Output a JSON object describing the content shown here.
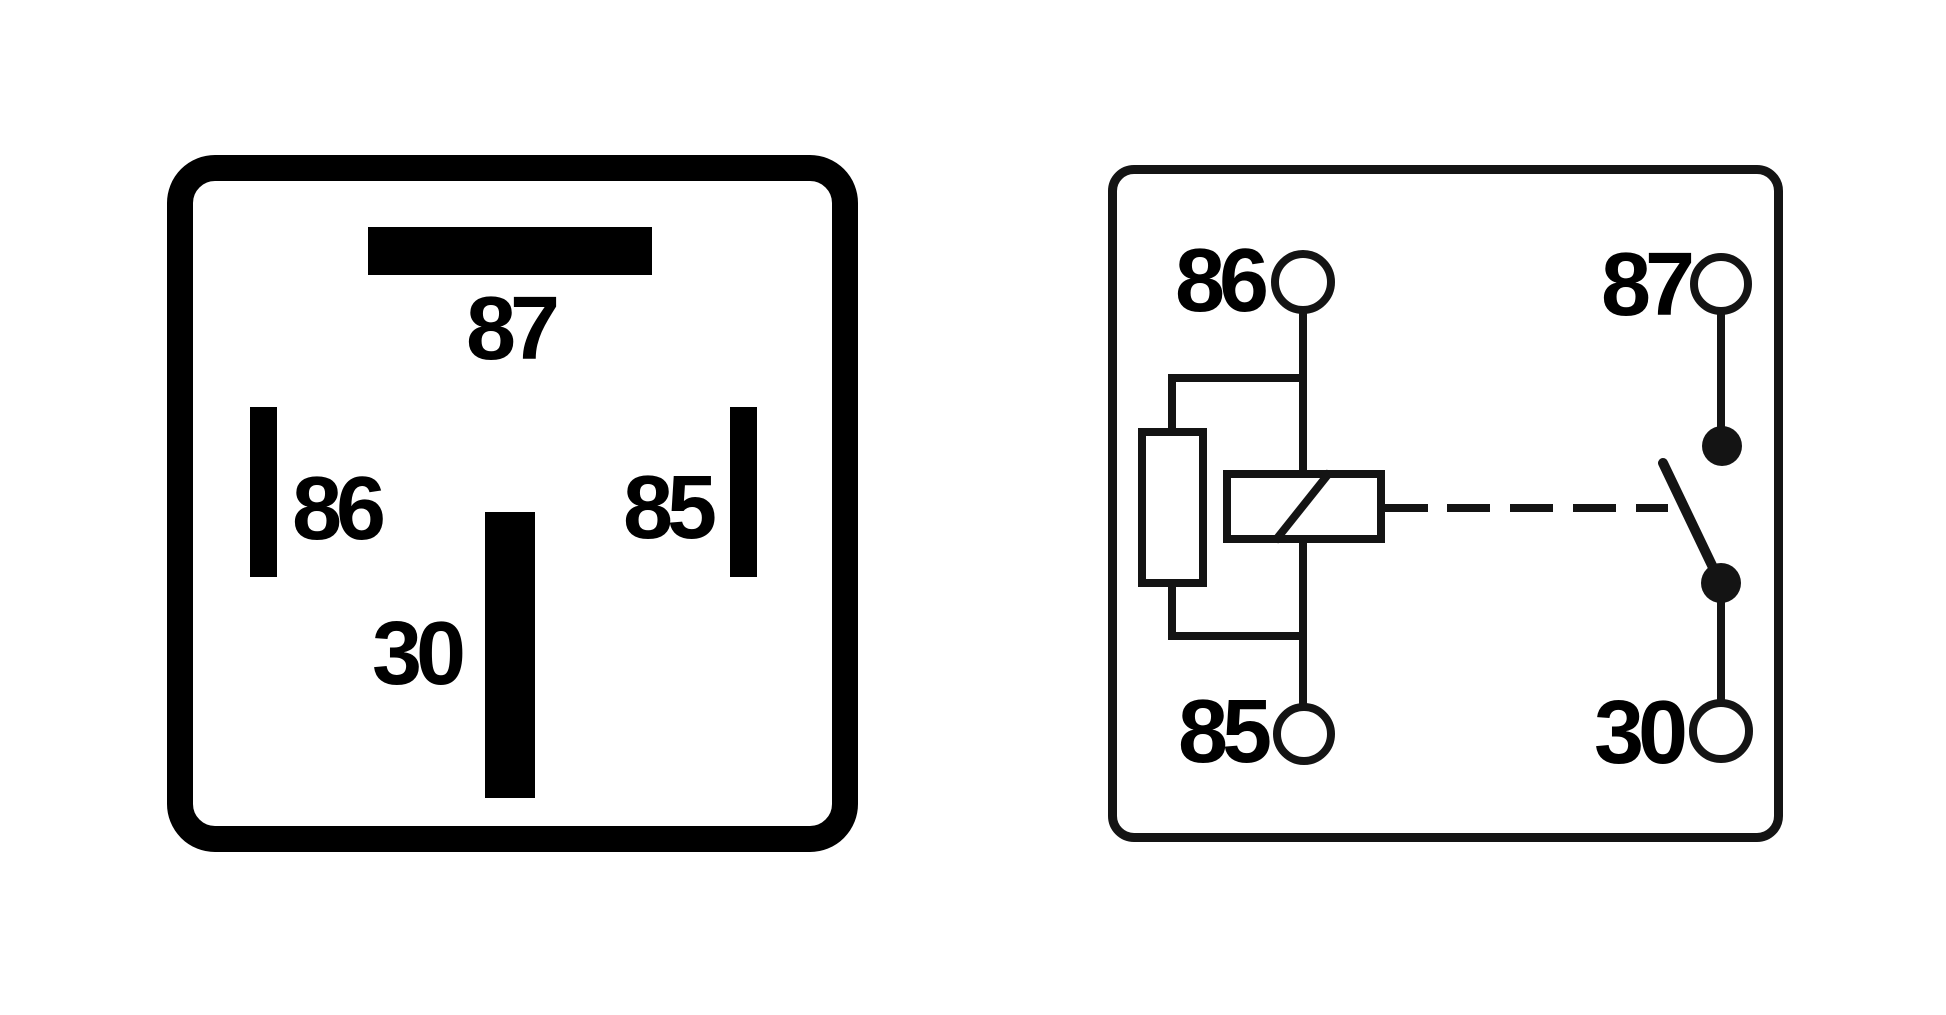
{
  "colors": {
    "background": "#ffffff",
    "relay_ink": "#000000",
    "schematic_ink": "#141414"
  },
  "relay_socket": {
    "pin_top": "87",
    "pin_left": "86",
    "pin_right": "85",
    "pin_center": "30"
  },
  "schematic": {
    "terminal_top_left": "86",
    "terminal_top_right": "87",
    "terminal_bottom_left": "85",
    "terminal_bottom_right": "30"
  }
}
